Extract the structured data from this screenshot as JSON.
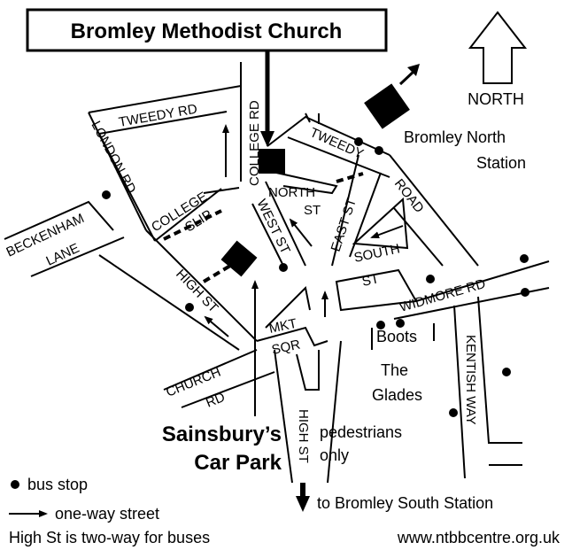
{
  "title": "Bromley Methodist Church",
  "north_label": "NORTH",
  "station_north": {
    "line1": "Bromley North",
    "line2": "Station"
  },
  "streets": {
    "tweedy_rd": "TWEEDY RD",
    "tweedy": "TWEEDY",
    "college_rd": "COLLEGE RD",
    "london_rd": "LONDON RD",
    "beckenham": "BECKENHAM",
    "lane": "LANE",
    "college": "COLLEGE",
    "slip": "SLIP",
    "north": "NORTH",
    "st_north": "ST",
    "west_st": "WEST ST",
    "east_st": "EAST ST",
    "road": "ROAD",
    "south": "SOUTH",
    "st_south": "ST",
    "widmore_rd": "WIDMORE RD",
    "high_st_west": "HIGH ST",
    "mkt": "MKT",
    "sqr": "SQR",
    "church": "CHURCH",
    "rd_church": "RD",
    "high_st_south": "HIGH ST",
    "kentish_way": "KENTISH WAY"
  },
  "places": {
    "boots": "Boots",
    "glades_line1": "The",
    "glades_line2": "Glades",
    "pedestrians_line1": "pedestrians",
    "pedestrians_line2": "only"
  },
  "car_park": {
    "line1": "Sainsbury’s",
    "line2": "Car Park"
  },
  "bromley_south": "to Bromley South Station",
  "legend": {
    "bus_stop": "bus stop",
    "one_way": "one-way street",
    "note": "High St is two-way for buses"
  },
  "website": "www.ntbbcentre.org.uk",
  "colors": {
    "ink": "#000000",
    "paper": "#ffffff"
  }
}
